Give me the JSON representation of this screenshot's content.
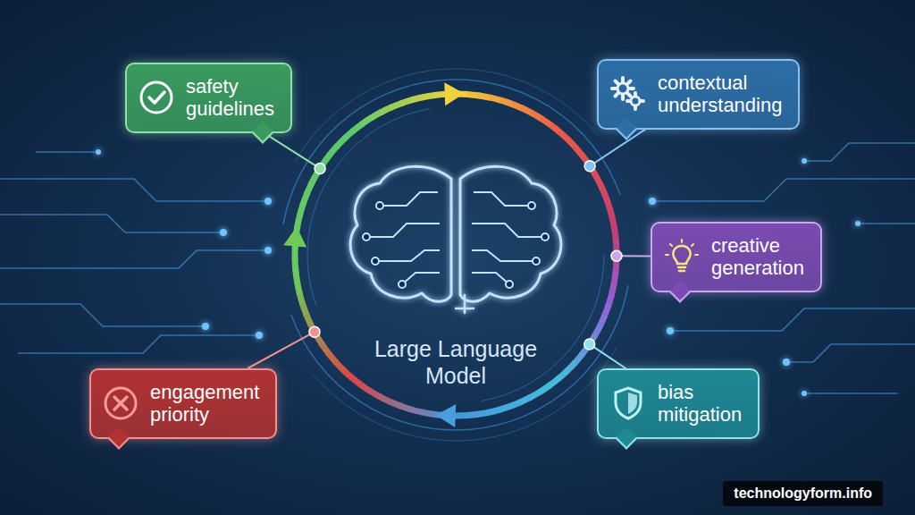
{
  "diagram": {
    "nodes": [
      {
        "text": [
          "safety guidelines"
        ]
      },
      {
        "text": [
          "contextual understanding"
        ]
      },
      {
        "text": [
          "Large Language Model"
        ]
      },
      {
        "text": [
          "creative generation"
        ]
      },
      {
        "text": [
          "engagement priority"
        ]
      },
      {
        "text": [
          "bias mitigation"
        ]
      }
    ],
    "edges": [
      {
        "from": 0,
        "to": 2,
        "arrow": "none"
      },
      {
        "from": 1,
        "to": 2,
        "arrow": "none"
      },
      {
        "from": 3,
        "to": 2,
        "arrow": "none"
      },
      {
        "from": 4,
        "to": 2,
        "arrow": "none"
      },
      {
        "from": 5,
        "to": 2,
        "arrow": "none"
      }
    ],
    "labels": [
      "technologyform.info"
    ]
  }
}
